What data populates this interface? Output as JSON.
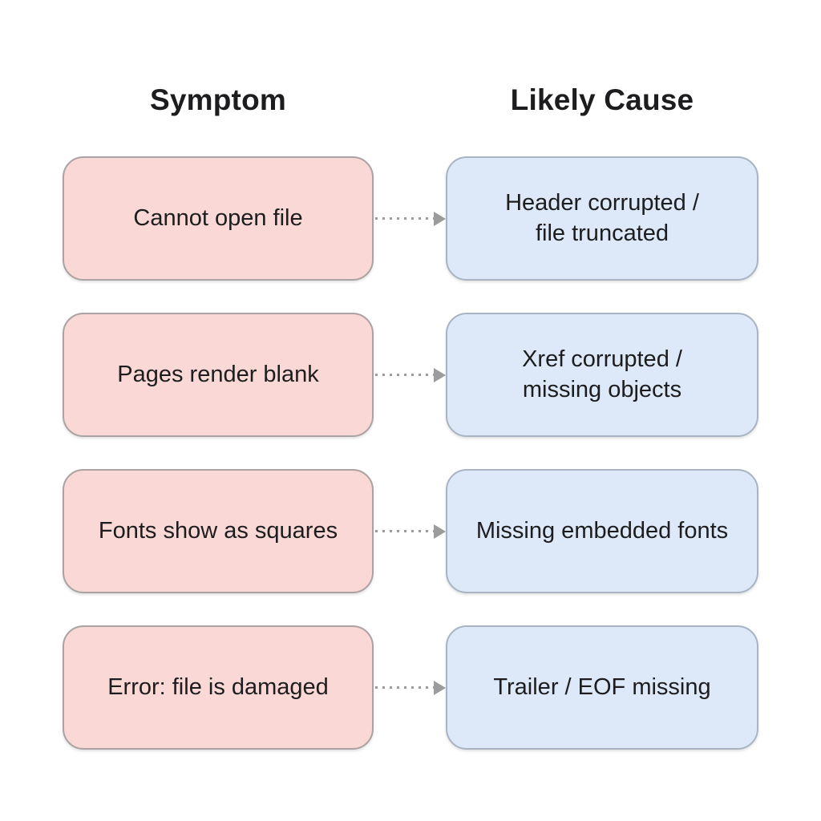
{
  "diagram_title": "",
  "headers": {
    "symptom": "Symptom",
    "cause": "Likely Cause"
  },
  "rows": [
    {
      "symptom": "Cannot open file",
      "cause": "Header corrupted /\nfile truncated"
    },
    {
      "symptom": "Pages render blank",
      "cause": "Xref corrupted /\nmissing objects"
    },
    {
      "symptom": "Fonts show as squares",
      "cause": "Missing embedded fonts"
    },
    {
      "symptom": "Error: file is damaged",
      "cause": "Trailer / EOF missing"
    }
  ],
  "colors": {
    "page_bg": "#ffffff",
    "symptom_box_fill": "#f9d8d5",
    "symptom_box_border": "#aba2a3",
    "cause_box_fill": "#dde8f8",
    "cause_box_border": "#a9b4c3",
    "arrow": "#9c9c9c",
    "text": "#1d1d1f"
  }
}
